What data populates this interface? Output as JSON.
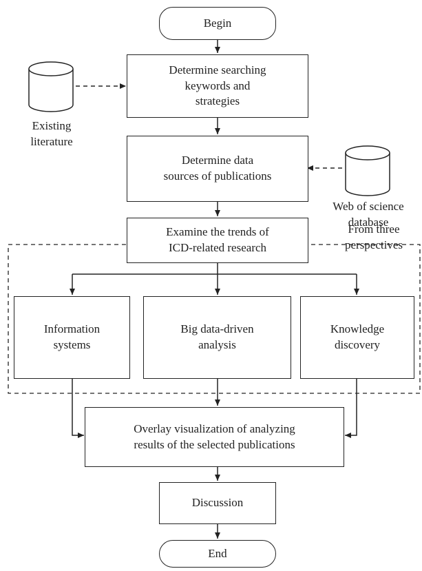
{
  "nodes": {
    "begin": "Begin",
    "determine_keywords": "Determine searching\nkeywords and\nstrategies",
    "determine_sources": "Determine data\nsources of publications",
    "examine_trends": "Examine the trends of\nICD-related research",
    "information_systems": "Information\nsystems",
    "big_data_analysis": "Big data-driven\nanalysis",
    "knowledge_discovery": "Knowledge\ndiscovery",
    "overlay_visualization": "Overlay visualization of analyzing\nresults of the selected publications",
    "discussion": "Discussion",
    "end": "End"
  },
  "inputs": {
    "existing_literature": "Existing\nliterature",
    "web_of_science": "Web of science\ndatabase"
  },
  "annotations": {
    "perspectives": "From three\nperspectives"
  }
}
